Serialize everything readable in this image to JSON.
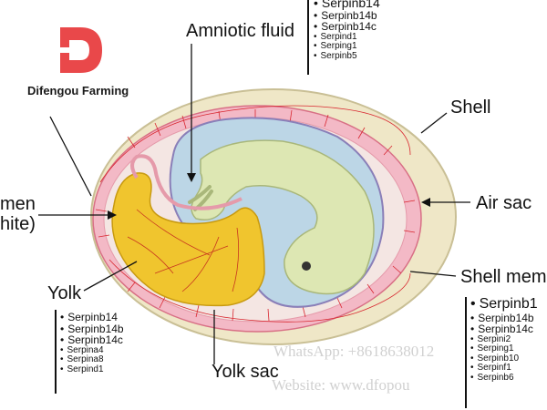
{
  "brand": {
    "name": "Difengou Farming",
    "logo_color": "#e9484a"
  },
  "labels": {
    "amniotic_fluid": "Amniotic fluid",
    "shell": "Shell",
    "air_sac": "Air sac",
    "shell_membrane": "Shell mem",
    "yolk": "Yolk",
    "yolk_sac": "Yolk sac",
    "albumen_top": "men",
    "albumen_bottom": "hite)"
  },
  "lists": {
    "amniotic": [
      "Serpinb14",
      "Serpinb14b",
      "Serpinb14c",
      "Serpind1",
      "Serping1",
      "Serpinb5"
    ],
    "yolk": [
      "Serpinb14",
      "Serpinb14b",
      "Serpinb14c",
      "Serpina4",
      "Serpina8",
      "Serpind1"
    ],
    "shell_membrane": [
      "Serpinb1",
      "Serpinb14b",
      "Serpinb14c",
      "Serpini2",
      "Serping1",
      "Serpinb10",
      "Serpinf1",
      "Serpinb6"
    ]
  },
  "watermark": {
    "line1": "WhatsApp: +8618638012",
    "line2": "Website: www.dfopou"
  },
  "colors": {
    "shell": "#efe7c7",
    "membrane": "#f3b9c6",
    "vessel": "#d8262f",
    "amniotic_fluid": "#bcd6e6",
    "embryo": "#dde7b3",
    "yolk": "#f0c52e"
  }
}
